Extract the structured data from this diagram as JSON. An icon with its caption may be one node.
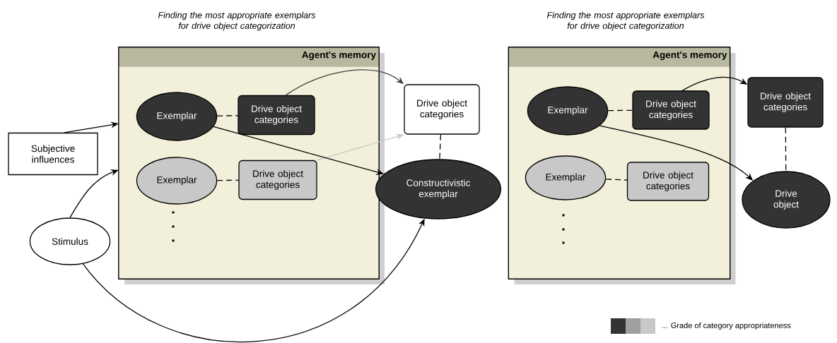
{
  "diagram": {
    "nodes": [
      {
        "text": [
          "Agent's memory"
        ]
      },
      {
        "text": [
          "Exemplar"
        ],
        "in": 0
      },
      {
        "text": [
          "Drive object categories"
        ],
        "in": 0
      },
      {
        "text": [
          "Exemplar"
        ],
        "in": 0
      },
      {
        "text": [
          "Drive object categories"
        ],
        "in": 0
      },
      {
        "text": [
          "Subjective influences"
        ]
      },
      {
        "text": [
          "Stimulus"
        ]
      },
      {
        "text": [
          "Drive object categories"
        ]
      },
      {
        "text": [
          "Constructivistic exemplar"
        ]
      },
      {
        "text": [
          "Agent's memory"
        ]
      },
      {
        "text": [
          "Exemplar"
        ],
        "in": 9
      },
      {
        "text": [
          "Drive object categories"
        ],
        "in": 9
      },
      {
        "text": [
          "Exemplar"
        ],
        "in": 9
      },
      {
        "text": [
          "Drive object categories"
        ],
        "in": 9
      },
      {
        "text": [
          "Drive object categories"
        ]
      },
      {
        "text": [
          "Drive object"
        ]
      }
    ],
    "edges": [
      {
        "from": 5,
        "to": 0,
        "arrow": "to"
      },
      {
        "from": 6,
        "to": 0,
        "arrow": "to"
      },
      {
        "from": 6,
        "to": 8,
        "arrow": "to"
      },
      {
        "from": 1,
        "to": 2,
        "arrow": "none",
        "style": "dashed"
      },
      {
        "from": 3,
        "to": 4,
        "arrow": "none",
        "style": "dashed"
      },
      {
        "from": 2,
        "to": 7,
        "arrow": "to",
        "color": "#404040"
      },
      {
        "from": 4,
        "to": 7,
        "arrow": "to",
        "color": "#c8c8c8"
      },
      {
        "from": 1,
        "to": 8,
        "arrow": "to"
      },
      {
        "from": 7,
        "to": 8,
        "arrow": "none",
        "style": "dashed"
      },
      {
        "from": 10,
        "to": 11,
        "arrow": "none",
        "style": "dashed"
      },
      {
        "from": 12,
        "to": 13,
        "arrow": "none",
        "style": "dashed"
      },
      {
        "from": 11,
        "to": 14,
        "arrow": "to"
      },
      {
        "from": 10,
        "to": 15,
        "arrow": "to"
      },
      {
        "from": 14,
        "to": 15,
        "arrow": "none",
        "style": "dashed"
      }
    ],
    "labels": [
      "Finding the most appropriate exemplars for drive object categorization",
      "Finding the most appropriate exemplars for drive object categorization"
    ],
    "legend": [
      {
        "text": "... Grade of category appropriateness"
      }
    ]
  }
}
